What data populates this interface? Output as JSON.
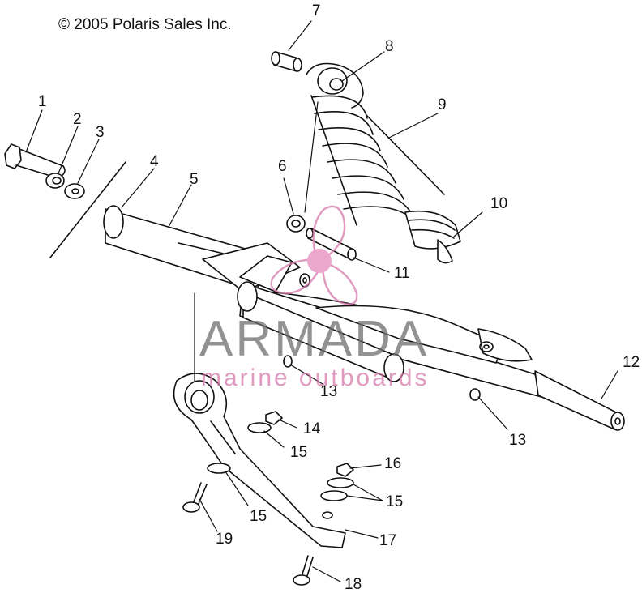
{
  "copyright": "© 2005 Polaris Sales Inc.",
  "callouts": [
    "1",
    "2",
    "3",
    "4",
    "5",
    "6",
    "7",
    "8",
    "9",
    "10",
    "11",
    "12",
    "13",
    "13",
    "14",
    "15",
    "15",
    "15",
    "16",
    "17",
    "18",
    "19"
  ],
  "watermark": {
    "title": "ARMADA",
    "subtitle": "marine outboards",
    "accent": "#d678aa",
    "gray": "#6e6e6e"
  }
}
